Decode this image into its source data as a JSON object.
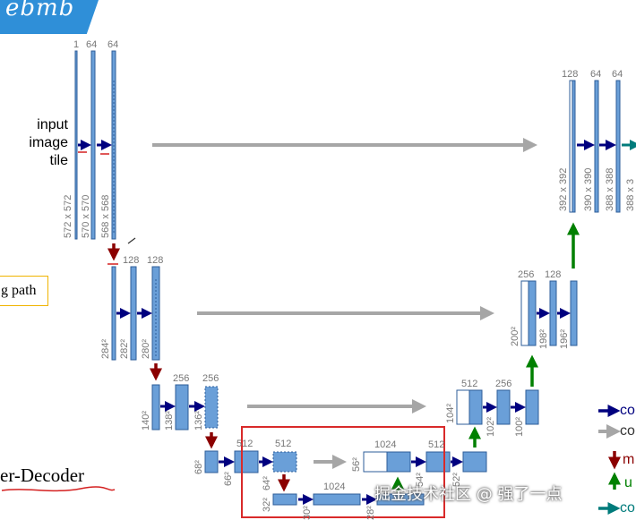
{
  "header_banner": {
    "text": "ebmb"
  },
  "input_label": [
    "input",
    "image",
    "tile"
  ],
  "path_box_label": "g path",
  "encoder_decoder_caption": "er-Decoder",
  "watermark": "掘金技术社区 @ 强了一点",
  "legend": [
    {
      "text": "co",
      "color": "#00007f"
    },
    {
      "text": "co",
      "color": "#a6a6a6"
    },
    {
      "text": "m",
      "color": "#8b0000"
    },
    {
      "text": "u",
      "color": "#008000"
    },
    {
      "text": "co",
      "color": "#007b7b"
    }
  ],
  "colors": {
    "block_fill": "#6a9fd8",
    "block_stroke": "#2d5c99",
    "conv_arrow": "#00007f",
    "copy_arrow": "#a6a6a6",
    "pool_arrow": "#8b0000",
    "up_arrow": "#008000",
    "final_arrow": "#007b7b",
    "highlight_box": "#d92a2a",
    "path_box_border": "#f0b400"
  },
  "labels": {
    "c1": "1",
    "c64a": "64",
    "c64b": "64",
    "s572": "572 x 572",
    "s570": "570 x 570",
    "s568": "568 x 568",
    "c128a": "128",
    "c128b": "128",
    "s284": "284²",
    "s282": "282²",
    "s280": "280²",
    "c256a": "256",
    "c256b": "256",
    "s140": "140²",
    "s138": "138²",
    "s136": "136²",
    "c512a": "512",
    "c512b": "512",
    "s68": "68²",
    "s66": "66²",
    "s64": "64²",
    "c1024a": "1024",
    "s32": "32²",
    "s30": "30²",
    "s28": "28²",
    "c1024b": "1024",
    "c512c": "512",
    "s56": "56²",
    "s54": "54²",
    "s52": "52²",
    "c512d": "512",
    "c256c": "256",
    "s104": "104²",
    "s102": "102²",
    "s100": "100²",
    "c256d": "256",
    "c128c": "128",
    "s200": "200²",
    "s198": "198²",
    "s196": "196²",
    "c128d": "128",
    "c64c": "64",
    "c64d": "64",
    "s392": "392 x 392",
    "s390": "390 x 390",
    "s388": "388 x 388",
    "s388b": "388 x 3"
  }
}
